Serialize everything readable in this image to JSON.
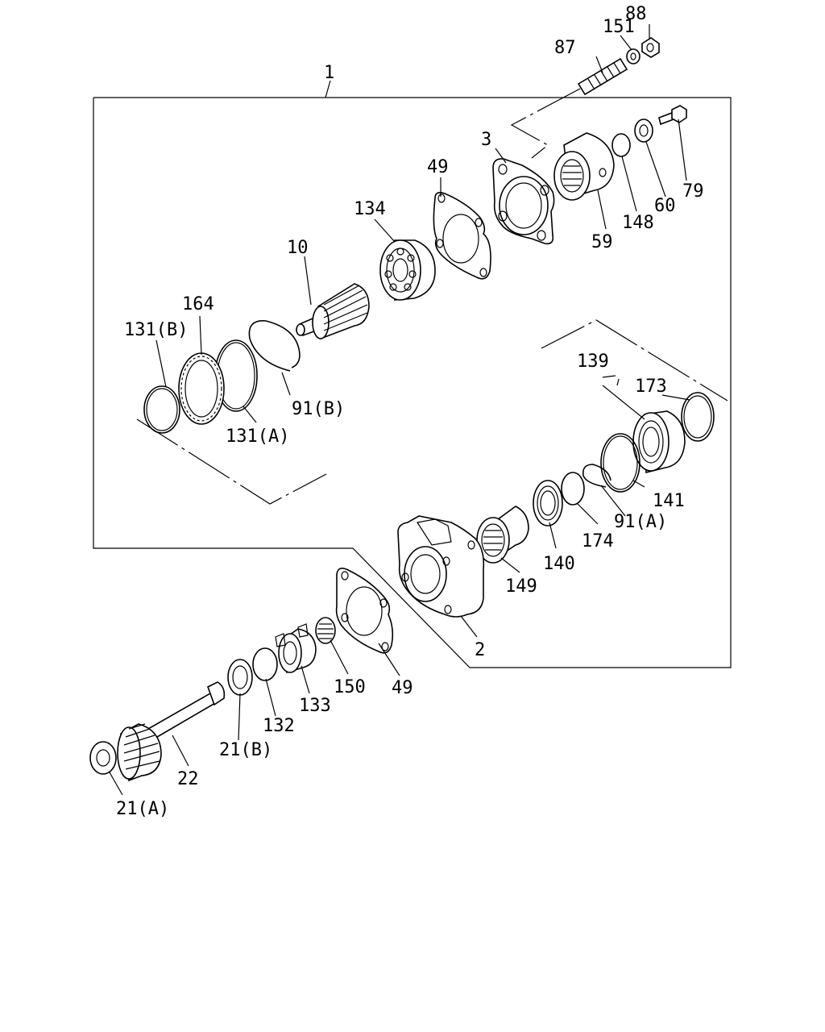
{
  "callouts": {
    "c1": "1",
    "c2": "2",
    "c3": "3",
    "c10": "10",
    "c21a": "21(A)",
    "c21b": "21(B)",
    "c22": "22",
    "c49a": "49",
    "c49b": "49",
    "c59": "59",
    "c60": "60",
    "c79": "79",
    "c87": "87",
    "c88": "88",
    "c91a": "91(A)",
    "c91b": "91(B)",
    "c131a": "131(A)",
    "c131b": "131(B)",
    "c132": "132",
    "c133": "133",
    "c134": "134",
    "c139": "139",
    "c140": "140",
    "c141": "141",
    "c148": "148",
    "c149": "149",
    "c150": "150",
    "c151": "151",
    "c164": "164",
    "c173": "173",
    "c174": "174"
  }
}
